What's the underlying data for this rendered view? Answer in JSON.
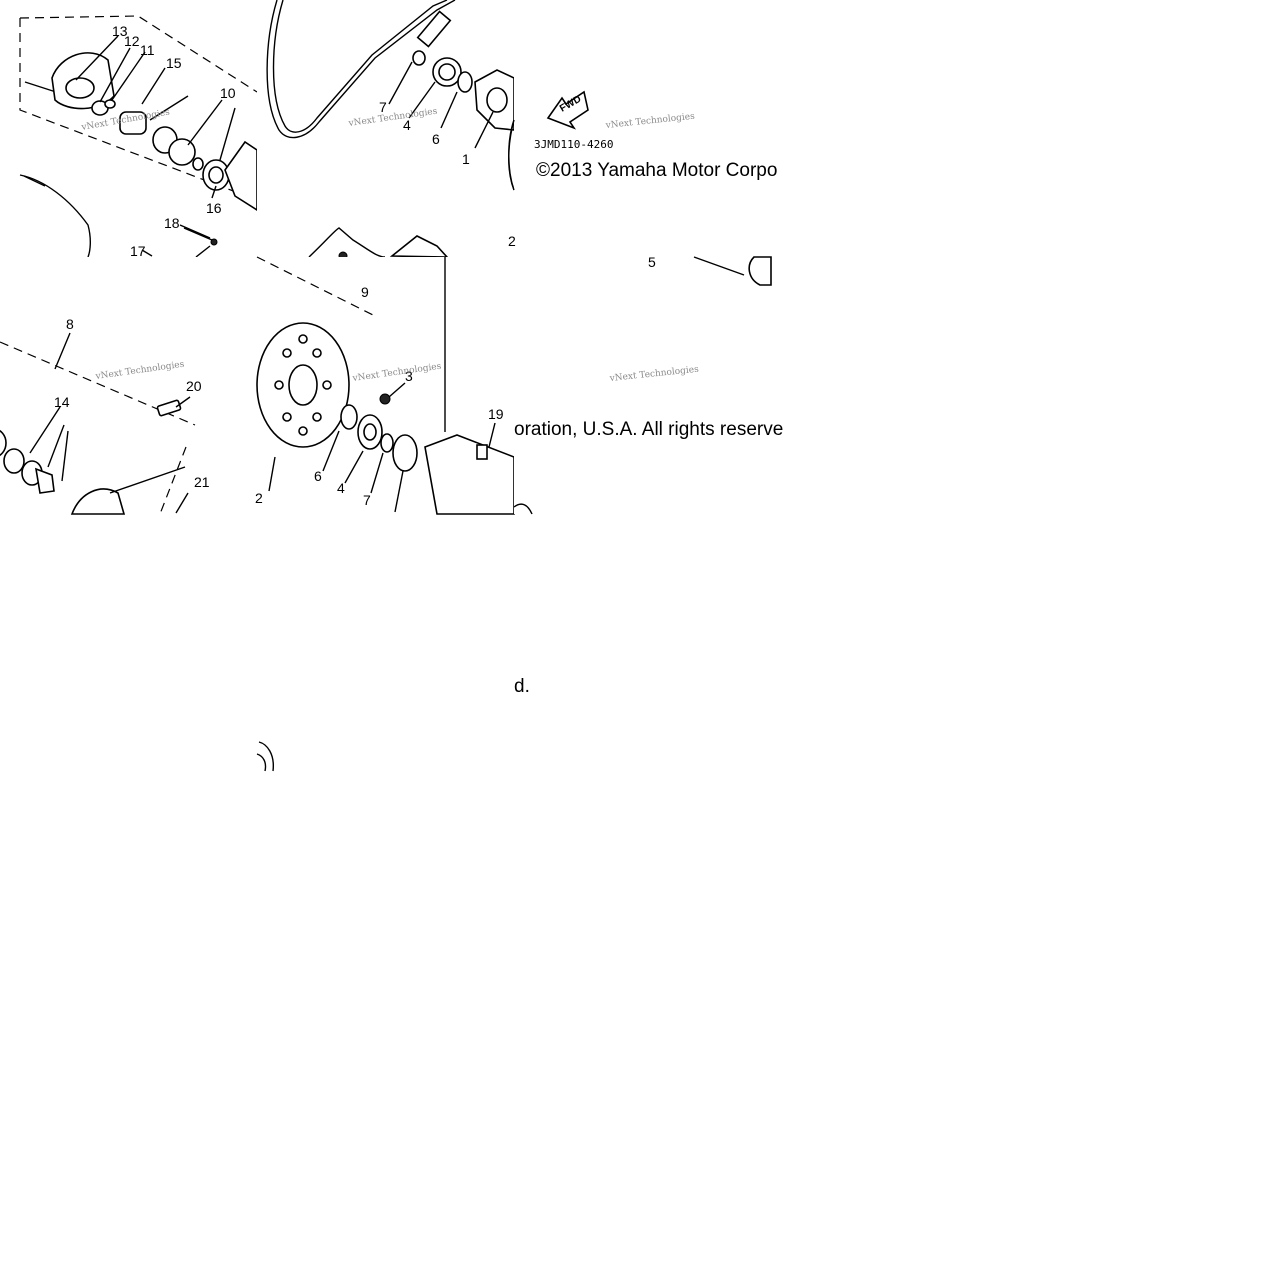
{
  "diagram": {
    "callouts": {
      "p1": "1",
      "p2": "2",
      "p3": "3",
      "p4": "4",
      "p5": "5",
      "p6": "6",
      "p7": "7",
      "p8": "8",
      "p9": "9",
      "p10": "10",
      "p11": "11",
      "p12": "12",
      "p13": "13",
      "p14": "14",
      "p15": "15",
      "p16": "16",
      "p17": "17",
      "p18": "18",
      "p19": "19",
      "p20": "20",
      "p21": "21"
    },
    "fwd_label": "FWD",
    "drawing_code": "3JMD110-4260",
    "watermark": "vNext Technologies",
    "copyright_part1": "©2013 Yamaha Motor Corpo",
    "copyright_part2": "oration, U.S.A. All rights reserve",
    "copyright_part3": "d."
  }
}
